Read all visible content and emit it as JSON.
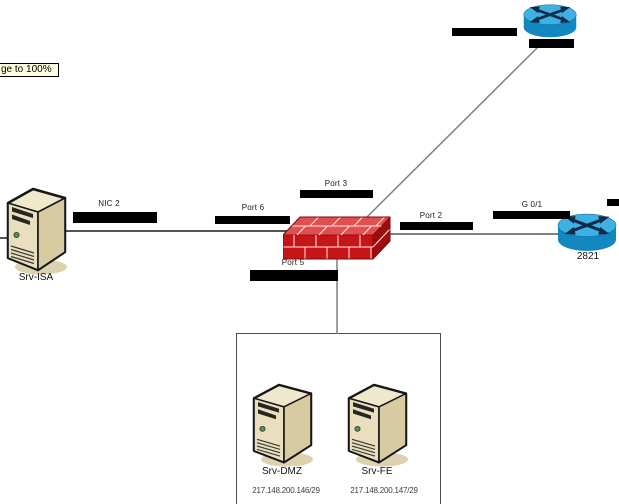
{
  "tooltip": {
    "text": "ge to 100%"
  },
  "devices": {
    "internet_router": {
      "label": ""
    },
    "router_2821": {
      "label": "2821"
    },
    "firewall": {
      "label": ""
    },
    "srv_isa": {
      "label": "Srv-ISA"
    },
    "srv_dmz": {
      "label": "Srv-DMZ",
      "ip_clipped": "217.148.200.146/29"
    },
    "srv_fe": {
      "label": "Srv-FE",
      "ip_clipped": "217.148.200.147/29"
    }
  },
  "interface_labels": {
    "nic2": "NIC 2",
    "port6": "Port 6",
    "port3": "Port 3",
    "port2": "Port 2",
    "port5": "Port 5",
    "g01": "G 0/1"
  },
  "colors": {
    "router_top": "#3FB0E4",
    "router_body": "#1287C0",
    "router_arrows": "#0D2C48",
    "firewall_front": "#C41616",
    "firewall_top": "#E05050",
    "firewall_side": "#9C0D0D",
    "server_front": "#E9DFBE",
    "server_side": "#D8CBA2",
    "server_top": "#EFE8CD",
    "tooltip_bg": "#FFFFE1",
    "redaction": "#000000",
    "connector_gray": "#808080",
    "connector_dark": "#1A1A1A"
  }
}
